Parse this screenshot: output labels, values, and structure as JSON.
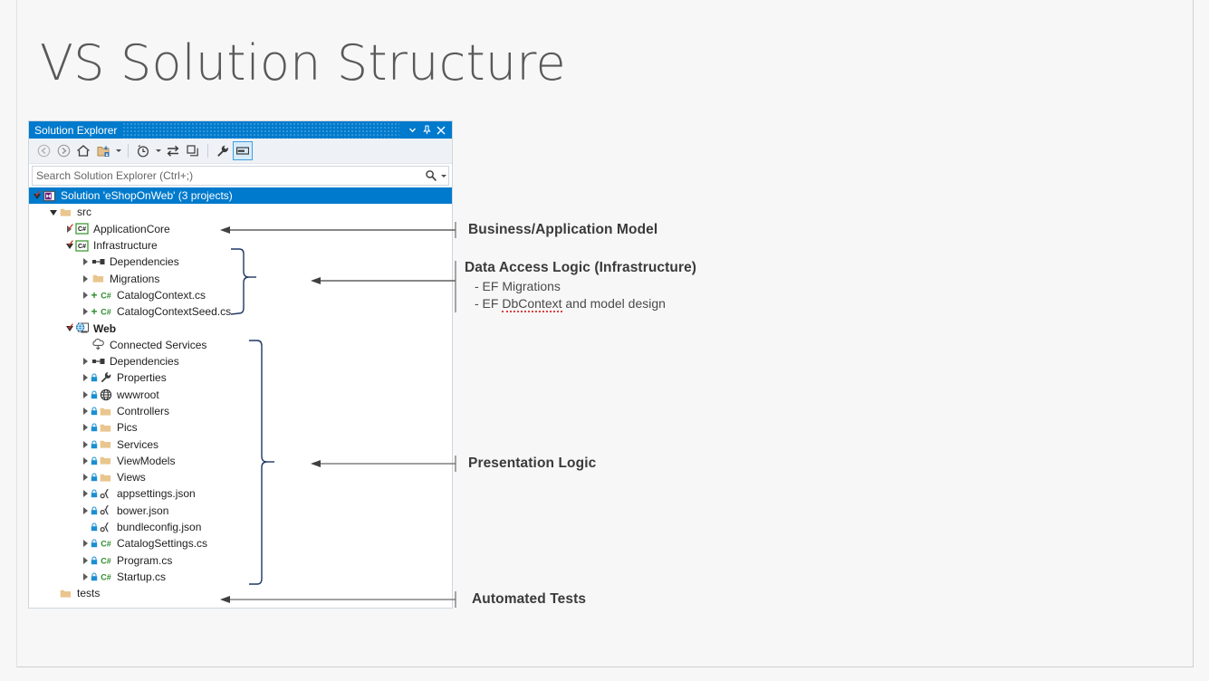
{
  "slide": {
    "title": "VS Solution Structure",
    "background_color": "#f7f7f7"
  },
  "solution_explorer": {
    "window_title": "Solution Explorer",
    "titlebar_color": "#007acc",
    "title_buttons": [
      {
        "name": "window-menu",
        "glyph": "▾"
      },
      {
        "name": "auto-hide-pin",
        "glyph": "⚐"
      },
      {
        "name": "close",
        "glyph": "✕"
      }
    ],
    "toolbar": [
      {
        "name": "back",
        "icon": "back-icon"
      },
      {
        "name": "forward",
        "icon": "forward-icon"
      },
      {
        "name": "home",
        "icon": "home-icon"
      },
      {
        "name": "sync-with-active-document",
        "icon": "sync-folder-icon"
      },
      {
        "name": "sync-dropdown",
        "icon": "chevron-down-icon"
      },
      {
        "name": "pending-changes-filter",
        "icon": "clock-icon"
      },
      {
        "name": "filter-dropdown",
        "icon": "chevron-down-icon"
      },
      {
        "name": "refresh",
        "icon": "refresh-icon"
      },
      {
        "name": "collapse-all",
        "icon": "collapse-all-icon"
      },
      {
        "name": "properties",
        "icon": "wrench-icon"
      },
      {
        "name": "preview-selected-items",
        "icon": "preview-pane-icon",
        "selected": true
      }
    ],
    "search": {
      "placeholder": "Search Solution Explorer (Ctrl+;)",
      "search_icon": "magnifier-icon",
      "dropdown_icon": "chevron-down-icon"
    },
    "tree": [
      {
        "label": "Solution 'eShopOnWeb' (3 projects)",
        "indent": 0,
        "expander": "open",
        "icon": "vs-solution-icon",
        "selected": true,
        "check": true,
        "bold": false,
        "lock": false
      },
      {
        "label": "src",
        "indent": 1,
        "expander": "open",
        "icon": "solution-folder-icon",
        "selected": false,
        "check": false,
        "bold": false,
        "lock": false
      },
      {
        "label": "ApplicationCore",
        "indent": 2,
        "expander": "closed",
        "icon": "csharp-project-icon",
        "selected": false,
        "check": true,
        "bold": false,
        "lock": false
      },
      {
        "label": "Infrastructure",
        "indent": 2,
        "expander": "open",
        "icon": "csharp-project-icon",
        "selected": false,
        "check": true,
        "bold": false,
        "lock": false
      },
      {
        "label": "Dependencies",
        "indent": 3,
        "expander": "closed",
        "icon": "dependencies-icon",
        "selected": false,
        "check": false,
        "bold": false,
        "lock": false
      },
      {
        "label": "Migrations",
        "indent": 3,
        "expander": "closed",
        "icon": "folder-icon",
        "selected": false,
        "check": false,
        "bold": false,
        "lock": false
      },
      {
        "label": "CatalogContext.cs",
        "indent": 3,
        "expander": "closed",
        "icon": "csharp-file-icon",
        "selected": false,
        "check": false,
        "bold": false,
        "lock": false,
        "plus": true
      },
      {
        "label": "CatalogContextSeed.cs",
        "indent": 3,
        "expander": "closed",
        "icon": "csharp-file-icon",
        "selected": false,
        "check": false,
        "bold": false,
        "lock": false,
        "plus": true
      },
      {
        "label": "Web",
        "indent": 2,
        "expander": "open",
        "icon": "web-project-icon",
        "selected": false,
        "check": true,
        "bold": true,
        "lock": false
      },
      {
        "label": "Connected Services",
        "indent": 3,
        "expander": "none",
        "icon": "connected-services-icon",
        "selected": false,
        "check": false,
        "bold": false,
        "lock": false
      },
      {
        "label": "Dependencies",
        "indent": 3,
        "expander": "closed",
        "icon": "dependencies-icon",
        "selected": false,
        "check": false,
        "bold": false,
        "lock": false
      },
      {
        "label": "Properties",
        "indent": 3,
        "expander": "closed",
        "icon": "wrench-icon",
        "selected": false,
        "check": false,
        "bold": false,
        "lock": true
      },
      {
        "label": "wwwroot",
        "indent": 3,
        "expander": "closed",
        "icon": "globe-icon",
        "selected": false,
        "check": false,
        "bold": false,
        "lock": true
      },
      {
        "label": "Controllers",
        "indent": 3,
        "expander": "closed",
        "icon": "folder-icon",
        "selected": false,
        "check": false,
        "bold": false,
        "lock": true
      },
      {
        "label": "Pics",
        "indent": 3,
        "expander": "closed",
        "icon": "folder-icon",
        "selected": false,
        "check": false,
        "bold": false,
        "lock": true
      },
      {
        "label": "Services",
        "indent": 3,
        "expander": "closed",
        "icon": "folder-icon",
        "selected": false,
        "check": false,
        "bold": false,
        "lock": true
      },
      {
        "label": "ViewModels",
        "indent": 3,
        "expander": "closed",
        "icon": "folder-icon",
        "selected": false,
        "check": false,
        "bold": false,
        "lock": true
      },
      {
        "label": "Views",
        "indent": 3,
        "expander": "closed",
        "icon": "folder-icon",
        "selected": false,
        "check": false,
        "bold": false,
        "lock": true
      },
      {
        "label": "appsettings.json",
        "indent": 3,
        "expander": "closed",
        "icon": "json-file-icon",
        "selected": false,
        "check": false,
        "bold": false,
        "lock": true
      },
      {
        "label": "bower.json",
        "indent": 3,
        "expander": "closed",
        "icon": "json-file-icon",
        "selected": false,
        "check": false,
        "bold": false,
        "lock": true
      },
      {
        "label": "bundleconfig.json",
        "indent": 3,
        "expander": "none",
        "icon": "json-file-icon",
        "selected": false,
        "check": false,
        "bold": false,
        "lock": true
      },
      {
        "label": "CatalogSettings.cs",
        "indent": 3,
        "expander": "closed",
        "icon": "csharp-file-icon",
        "selected": false,
        "check": false,
        "bold": false,
        "lock": true
      },
      {
        "label": "Program.cs",
        "indent": 3,
        "expander": "closed",
        "icon": "csharp-file-icon",
        "selected": false,
        "check": false,
        "bold": false,
        "lock": true
      },
      {
        "label": "Startup.cs",
        "indent": 3,
        "expander": "closed",
        "icon": "csharp-file-icon",
        "selected": false,
        "check": false,
        "bold": false,
        "lock": true
      },
      {
        "label": "tests",
        "indent": 1,
        "expander": "none",
        "icon": "solution-folder-icon",
        "selected": false,
        "check": false,
        "bold": false,
        "lock": false
      }
    ]
  },
  "annotations": {
    "business": {
      "heading": "Business/Application Model"
    },
    "data_access": {
      "heading": "Data Access Logic (Infrastructure)",
      "bullet1": "- EF Migrations",
      "bullet2_prefix": "- EF ",
      "bullet2_misspelled": "DbContext",
      "bullet2_suffix": " and model design"
    },
    "presentation": {
      "heading": "Presentation Logic"
    },
    "tests": {
      "heading": "Automated Tests"
    }
  },
  "colors": {
    "accent": "#007acc",
    "brace": "#1f3864",
    "arrow": "#404040",
    "check": "#c0392b",
    "folder": "#e3c08d",
    "csharp_green": "#2e8b2e"
  }
}
